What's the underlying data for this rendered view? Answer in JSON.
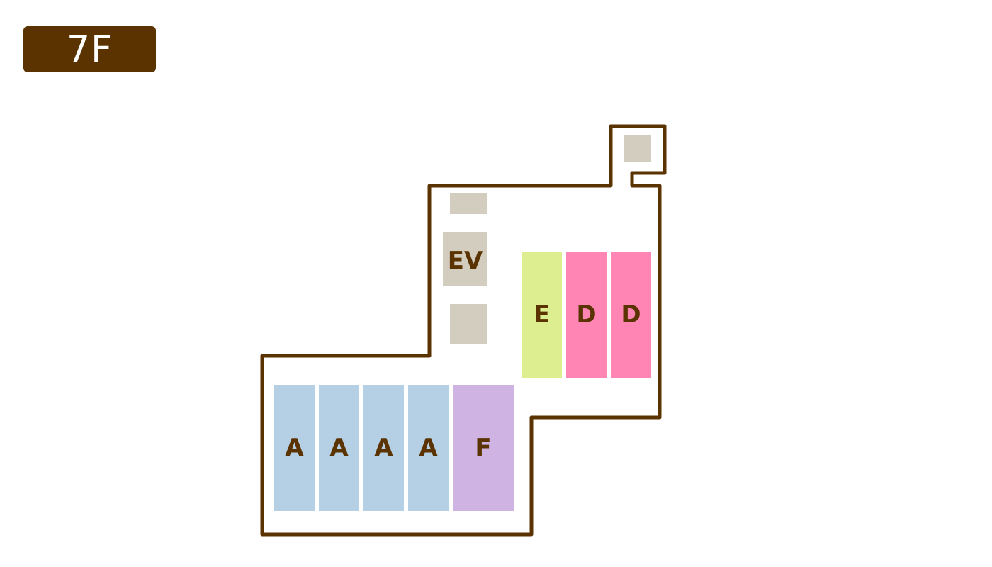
{
  "floor": {
    "label": "7F",
    "badge_color": "#5a3300"
  },
  "colors": {
    "outline": "#5a3300",
    "label_text": "#5a3300",
    "service": "#d3cdc0",
    "zone_A": "#b5cfe5",
    "zone_F": "#cfb3e3",
    "zone_E": "#dcee90",
    "zone_D": "#ff85b5"
  },
  "rooms": {
    "a1": "A",
    "a2": "A",
    "a3": "A",
    "a4": "A",
    "f": "F",
    "e": "E",
    "d1": "D",
    "d2": "D",
    "ev": "EV"
  }
}
